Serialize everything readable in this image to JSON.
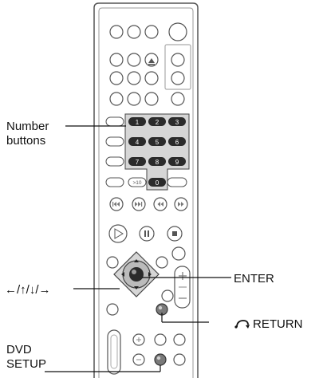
{
  "labels": {
    "number_buttons_line1": "Number",
    "number_buttons_line2": "buttons",
    "arrows": "←/↑/↓/→",
    "enter": "ENTER",
    "return_icon": "return-icon",
    "return_text": "RETURN",
    "dvd_setup_line1": "DVD",
    "dvd_setup_line2": "SETUP"
  },
  "number_keys": [
    "1",
    "2",
    "3",
    "4",
    "5",
    "6",
    "7",
    "8",
    "9",
    "0"
  ],
  "small_key_labels": {
    "ten_plus": ">10"
  },
  "colors": {
    "outline": "#444444",
    "highlight_fill": "#d8d8d8",
    "dark_key": "#2b2b2b"
  }
}
